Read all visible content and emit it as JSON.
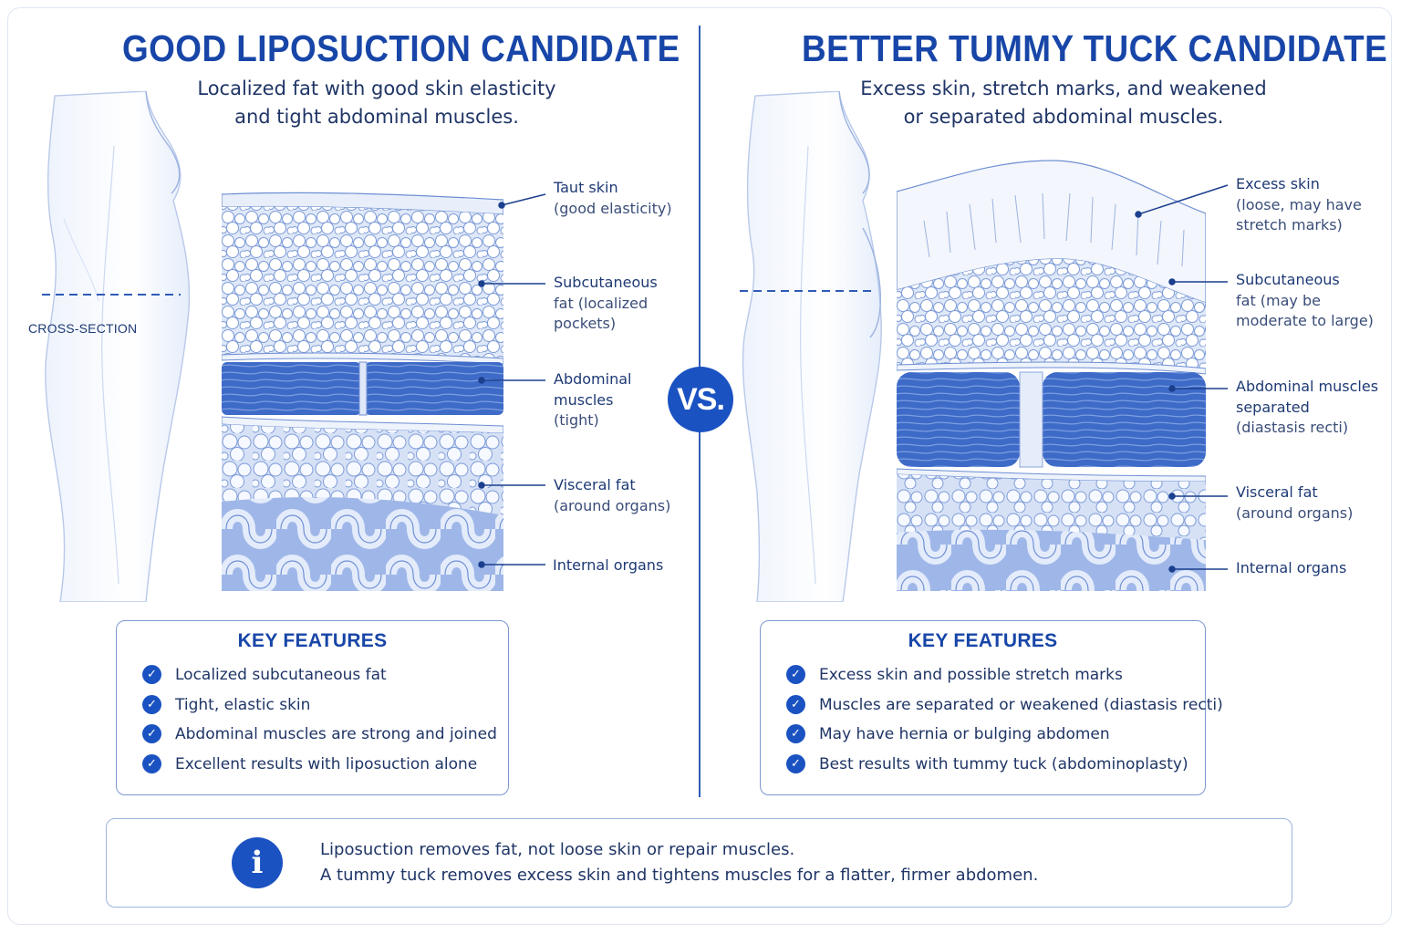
{
  "left": {
    "title": "GOOD LIPOSUCTION CANDIDATE",
    "subtitle": [
      "Localized fat with good skin elasticity",
      "and tight abdominal muscles."
    ],
    "cross_section_label": "CROSS-SECTION",
    "labels": [
      {
        "main": "Taut skin",
        "sub": "(good elasticity)"
      },
      {
        "main": "Subcutaneous",
        "sub": "fat (localized pockets)",
        "lines": [
          "Subcutaneous",
          "fat (localized",
          "pockets)"
        ]
      },
      {
        "main": "Abdominal muscles",
        "lines": [
          "Abdominal",
          "muscles",
          "(tight)"
        ]
      },
      {
        "main": "Visceral fat",
        "sub": "(around organs)"
      },
      {
        "main": "Internal organs"
      }
    ],
    "key_features_title": "KEY FEATURES",
    "features": [
      "Localized subcutaneous fat",
      "Tight, elastic skin",
      "Abdominal muscles are strong and joined",
      "Excellent results with liposuction alone"
    ]
  },
  "right": {
    "title": "BETTER TUMMY TUCK CANDIDATE",
    "subtitle": [
      "Excess skin, stretch marks, and weakened",
      "or separated abdominal muscles."
    ],
    "labels": [
      {
        "lines": [
          "Excess skin",
          "(loose, may have",
          "stretch marks)"
        ]
      },
      {
        "lines": [
          "Subcutaneous",
          "fat (may be",
          "moderate to large)"
        ]
      },
      {
        "lines": [
          "Abdominal muscles",
          "separated",
          "(diastasis recti)"
        ]
      },
      {
        "lines": [
          "Visceral fat",
          "(around organs)"
        ]
      },
      {
        "lines": [
          "Internal organs"
        ]
      }
    ],
    "key_features_title": "KEY FEATURES",
    "features": [
      "Excess skin and possible stretch marks",
      "Muscles are separated or weakened (diastasis recti)",
      "May have hernia or bulging abdomen",
      "Best results with tummy tuck (abdominoplasty)"
    ]
  },
  "vs_label": "VS.",
  "info": {
    "icon": "info-icon",
    "line1": "Liposuction removes fat, not loose skin or repair muscles.",
    "line2": "A tummy tuck removes excess skin and tightens muscles for a flatter, firmer abdomen."
  },
  "colors": {
    "accent": "#1b52c2",
    "title": "#1846a8",
    "text": "#1f3566"
  }
}
